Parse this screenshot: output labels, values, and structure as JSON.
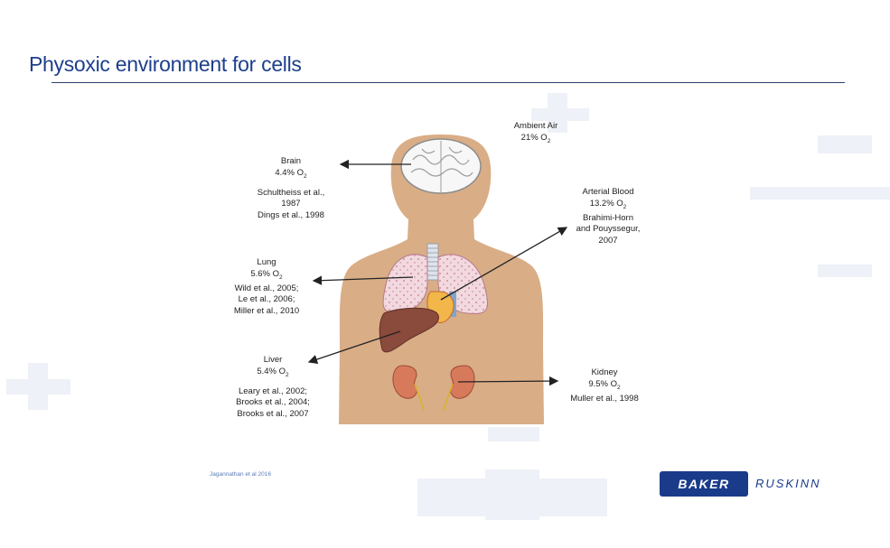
{
  "title": "Physoxic environment for cells",
  "citation": "Jagannathan et al 2016",
  "logo": {
    "left_text": "BAKER",
    "right_text": "RUSKINN"
  },
  "colors": {
    "title": "#1d3f8c",
    "brand": "#1a3b8a",
    "skin": "#d9ad86",
    "lung": "#f1d9df",
    "liver": "#8a4a3c",
    "kidney": "#d77a5c"
  },
  "labels": {
    "ambient": {
      "line1": "Ambient Air",
      "line2": "21% O",
      "sub": "2"
    },
    "brain": {
      "name": "Brain",
      "value": "4.4% O",
      "sub": "2",
      "refs": [
        "Schultheiss et al.,",
        "1987",
        "Dings et al., 1998"
      ]
    },
    "arterial": {
      "name": "Arterial Blood",
      "value": "13.2% O",
      "sub": "2",
      "refs": [
        "Brahimi-Horn",
        "and Pouyssegur,",
        "2007"
      ]
    },
    "lung": {
      "name": "Lung",
      "value": "5.6% O",
      "sub": "2",
      "refs": [
        "Wild et al., 2005;",
        "Le et al., 2006;",
        "Miller et al., 2010"
      ]
    },
    "liver": {
      "name": "Liver",
      "value": "5.4% O",
      "sub": "2",
      "refs": [
        "Leary et al., 2002;",
        "Brooks et al., 2004;",
        "Brooks et al., 2007"
      ]
    },
    "kidney": {
      "name": "Kidney",
      "value": "9.5% O",
      "sub": "2",
      "refs": [
        "Muller et al., 1998"
      ]
    }
  }
}
